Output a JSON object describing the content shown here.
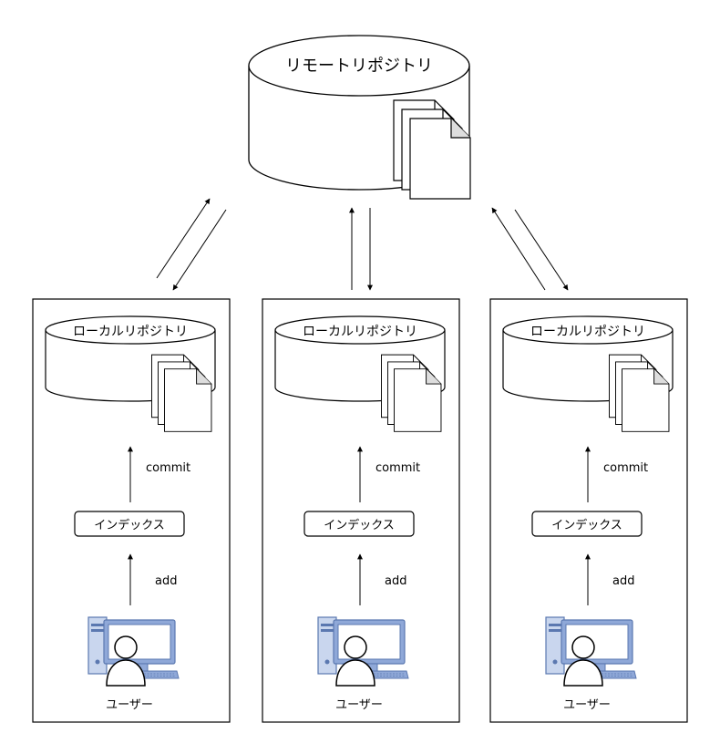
{
  "remote": {
    "label": "リモートリポジトリ"
  },
  "groups": [
    {
      "local_label": "ローカルリポジトリ",
      "commit_label": "commit",
      "index_label": "インデックス",
      "add_label": "add",
      "user_label": "ユーザー"
    },
    {
      "local_label": "ローカルリポジトリ",
      "commit_label": "commit",
      "index_label": "インデックス",
      "add_label": "add",
      "user_label": "ユーザー"
    },
    {
      "local_label": "ローカルリポジトリ",
      "commit_label": "commit",
      "index_label": "インデックス",
      "add_label": "add",
      "user_label": "ユーザー"
    }
  ],
  "colors": {
    "stroke": "#000000",
    "computer": "#8fa8d8",
    "computer_stroke": "#5b78b0",
    "background": "#ffffff"
  }
}
